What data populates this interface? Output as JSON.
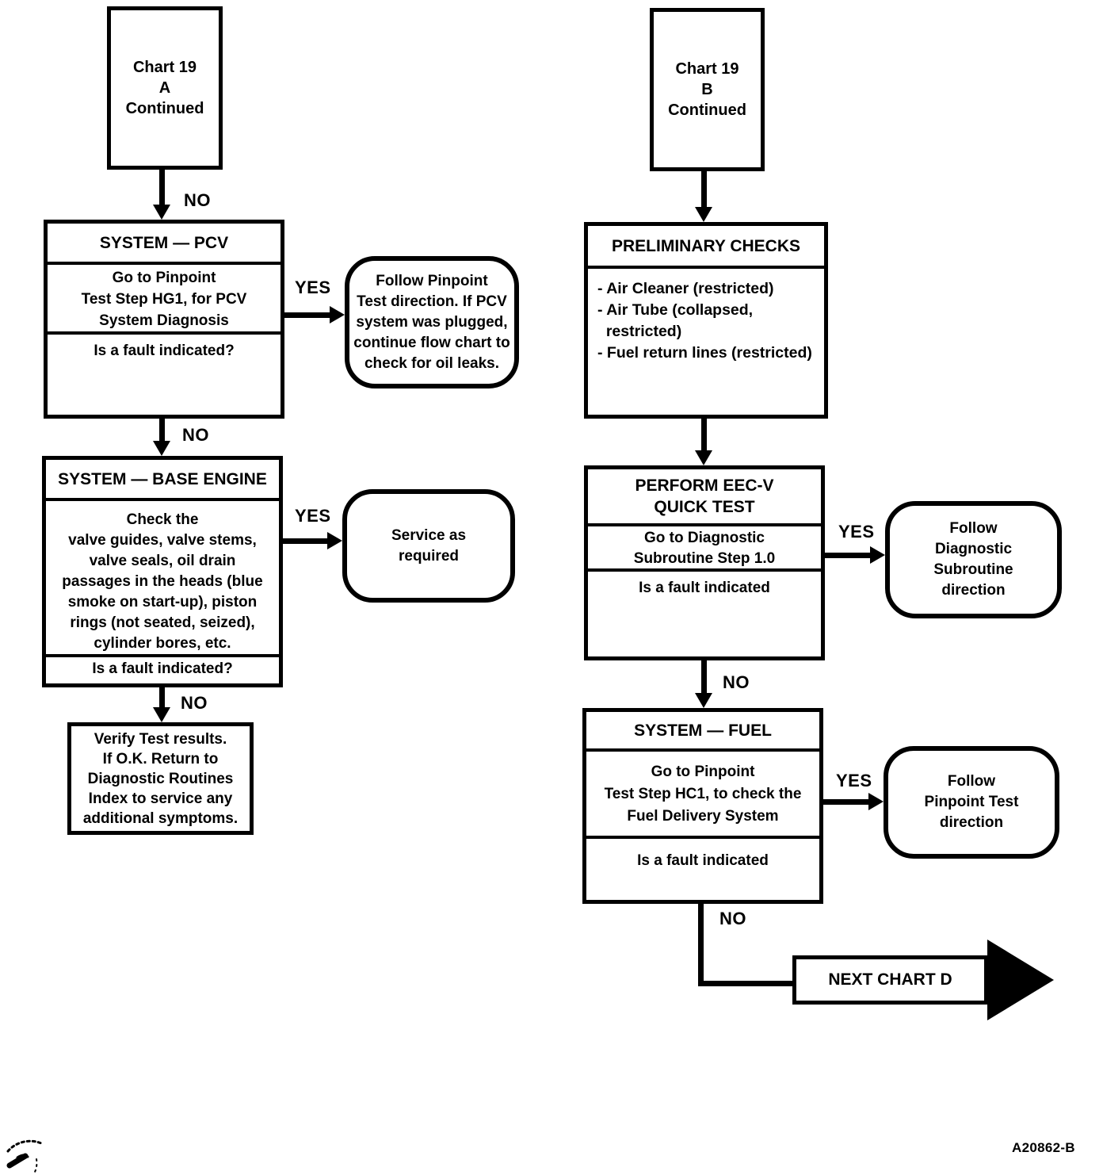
{
  "colors": {
    "ink": "#000000",
    "paper": "#ffffff"
  },
  "labels": {
    "yes": "YES",
    "no": "NO"
  },
  "left": {
    "start": "Chart 19\nA\nContinued",
    "pcv": {
      "title": "SYSTEM — PCV",
      "step": "Go to Pinpoint\nTest Step HG1, for PCV\nSystem Diagnosis",
      "question": "Is a fault indicated?"
    },
    "pcv_yes_outcome": "Follow Pinpoint\nTest direction. If PCV\nsystem was plugged,\ncontinue flow chart to\ncheck for oil leaks.",
    "base_engine": {
      "title": "SYSTEM — BASE ENGINE",
      "step": "Check the\nvalve guides, valve stems,\nvalve seals, oil drain\npassages in the heads (blue\nsmoke on start-up), piston\nrings (not seated, seized),\ncylinder bores, etc.",
      "question": "Is a fault indicated?"
    },
    "base_engine_yes_outcome": "Service as\nrequired",
    "terminal": "Verify Test results.\nIf O.K. Return to\nDiagnostic Routines\nIndex to service any\nadditional symptoms."
  },
  "right": {
    "start": "Chart 19\nB\nContinued",
    "preliminary": {
      "title": "PRELIMINARY CHECKS",
      "items": "- Air Cleaner (restricted)\n- Air Tube (collapsed,\n  restricted)\n- Fuel return lines (restricted)"
    },
    "quick_test": {
      "title": "PERFORM EEC-V\nQUICK TEST",
      "step": "Go to Diagnostic\nSubroutine Step 1.0",
      "question": "Is a fault indicated"
    },
    "quick_test_yes_outcome": "Follow\nDiagnostic\nSubroutine\ndirection",
    "fuel": {
      "title": "SYSTEM — FUEL",
      "step": "Go to Pinpoint\nTest Step HC1, to check the\nFuel Delivery System",
      "question": "Is a fault indicated"
    },
    "fuel_yes_outcome": "Follow\nPinpoint Test\ndirection",
    "next_chart": "NEXT CHART D"
  },
  "footer": {
    "artwork_code": "A20862-B"
  }
}
